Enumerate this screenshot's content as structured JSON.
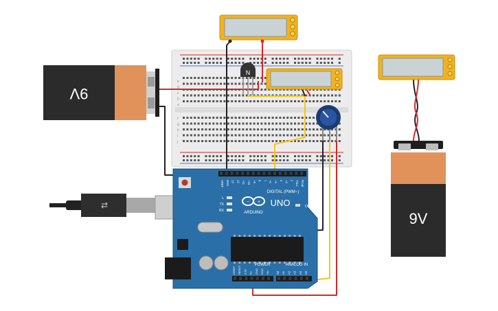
{
  "battery_left": {
    "label": "9V",
    "color_dark": "#2b2b2b",
    "color_cap": "#e0925a"
  },
  "battery_right": {
    "label": "9V",
    "color_dark": "#2b2b2b",
    "color_cap": "#e0925a"
  },
  "multimeter_top": {
    "color": "#f2b21e",
    "display_color": "#c9d3d6"
  },
  "multimeter_mid": {
    "color": "#f2b21e",
    "display_color": "#c9d3d6"
  },
  "multimeter_right": {
    "color": "#f2b21e",
    "display_color": "#c9d3d6"
  },
  "transistor": {
    "label": "N"
  },
  "arduino": {
    "board_color": "#2a6fa8",
    "logo_text": "UNO",
    "brand_text": "ARDUINO",
    "digital_label": "DIGITAL (PWM~)",
    "power_label": "POWER",
    "analog_label": "ANALOG IN",
    "on_label": "ON",
    "led_labels": [
      "L",
      "TX",
      "RX"
    ],
    "top_pin_labels": [
      "AREF",
      "GND",
      "13",
      "12",
      "~11",
      "~10",
      "~9",
      "8",
      "7",
      "~6",
      "~5",
      "4",
      "~3",
      "2",
      "TX▸1",
      "RX◂0"
    ],
    "power_pin_labels": [
      "IOREF",
      "RESET",
      "3.3V",
      "5V",
      "GND",
      "GND",
      "Vin"
    ],
    "analog_pin_labels": [
      "A0",
      "A1",
      "A2",
      "A3",
      "A4",
      "A5"
    ]
  },
  "wire_colors": {
    "red": "#d62728",
    "black": "#222222",
    "yellow": "#f5c518"
  },
  "breadboard": {
    "rows_top": [
      "a",
      "b",
      "c",
      "d",
      "e"
    ],
    "rows_bottom": [
      "f",
      "g",
      "h",
      "i",
      "j"
    ]
  }
}
